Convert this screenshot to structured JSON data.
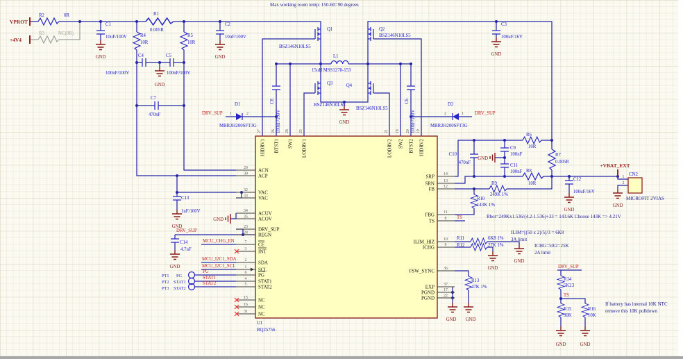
{
  "title_note": "Max working room temp: 150-60=90 degrees",
  "ports": {
    "vprot": "VPROT",
    "p4v4": "+4V4",
    "vbat_ext": "+VBAT_EXT"
  },
  "nets": {
    "gnd": "GND",
    "drv_sup": "DRV_SUP",
    "ts": "TS",
    "mcu_chg_en": "MCU_CHG_EN",
    "mcu_sda": "MCU_I2C1_SDA",
    "mcu_scl": "MCU_I2C1_SCL",
    "pg": "PG",
    "stat1": "STAT1",
    "stat2": "STAT2"
  },
  "components": {
    "R1": {
      "ref": "R1",
      "val": "0.005R"
    },
    "R2": {
      "ref": "R2",
      "val": "0R"
    },
    "R3": {
      "ref": "R3",
      "val": "NC(0R)"
    },
    "R4": {
      "ref": "R4",
      "val": "10R"
    },
    "R5": {
      "ref": "R5",
      "val": "10R"
    },
    "R6": {
      "ref": "R6",
      "val": "10R"
    },
    "R7": {
      "ref": "R7",
      "val": "0.005R"
    },
    "R8": {
      "ref": "R8",
      "val": "10R"
    },
    "R9": {
      "ref": "R9",
      "val": "249K 1%"
    },
    "R10": {
      "ref": "R10",
      "val": "143K 1%"
    },
    "R11": {
      "ref": "R11",
      "val": "6K8 1%"
    },
    "R12": {
      "ref": "R12",
      "val": "27K 1%"
    },
    "R13": {
      "ref": "R13",
      "val": "47K 1%"
    },
    "R14": {
      "ref": "R14",
      "val": "5K23"
    },
    "R15": {
      "ref": "R15",
      "val": "30K"
    },
    "R16": {
      "ref": "R16",
      "val": "10K"
    },
    "C1": {
      "ref": "C1",
      "val": "10uF/100V"
    },
    "C2": {
      "ref": "C2",
      "val": "10uF/100V"
    },
    "C3": {
      "ref": "C3",
      "val": "100uF/16V"
    },
    "C4": {
      "ref": "C4",
      "val": "100nF/100V"
    },
    "C5": {
      "ref": "C5",
      "val": "100nF/100V"
    },
    "C6": {
      "ref": "C6",
      "val": "100nF/100V"
    },
    "C7": {
      "ref": "C7",
      "val": "470nF"
    },
    "C8": {
      "ref": "C8",
      "val": "100nF/100V"
    },
    "C9": {
      "ref": "C9",
      "val": "100nF"
    },
    "C10": {
      "ref": "C10",
      "val": "470nF"
    },
    "C11": {
      "ref": "C11",
      "val": "100nF"
    },
    "C12": {
      "ref": "C12",
      "val": "100uF/16V"
    },
    "C13": {
      "ref": "C13",
      "val": "1uF/100V"
    },
    "C14": {
      "ref": "C14",
      "val": "4.7uF"
    },
    "L1": {
      "ref": "L1",
      "val": "15uH MSS1278-153"
    },
    "Q1": {
      "ref": "Q1",
      "val": "BSZ146N10LS5"
    },
    "Q2": {
      "ref": "Q2",
      "val": "BSZ146N10LS5"
    },
    "Q3": {
      "ref": "Q3",
      "val": "BSZ146N10LS5"
    },
    "Q4": {
      "ref": "Q4",
      "val": "BSZ146N10LS5"
    },
    "D1": {
      "ref": "D1",
      "val": "MBR2H200SFT3G",
      "p1": "1",
      "p2": "2"
    },
    "D2": {
      "ref": "D2",
      "val": "MBR2H200SFT3G",
      "p1": "2",
      "p2": "1"
    },
    "CN2": {
      "ref": "CN2",
      "val": "MICROFIT 2VIAS",
      "p1": "1",
      "p2": "2"
    }
  },
  "ic": {
    "ref": "U1",
    "part": "BQ25756",
    "left_pins": [
      {
        "num": "29",
        "name": "ACN"
      },
      {
        "num": "30",
        "name": "ACP"
      },
      {
        "num": "32",
        "name": "VAC"
      },
      {
        "num": "33",
        "name": "VAC"
      },
      {
        "num": "34",
        "name": "ACUV"
      },
      {
        "num": "35",
        "name": "ACOV"
      },
      {
        "num": "23",
        "name": "DRV_SUP"
      },
      {
        "num": "24",
        "name": "REGN"
      },
      {
        "num": "7",
        "name": "CE"
      },
      {
        "num": "3",
        "name": "INT"
      },
      {
        "num": "2",
        "name": "SDA"
      },
      {
        "num": "1",
        "name": "SCL"
      },
      {
        "num": "6",
        "name": "PG"
      },
      {
        "num": "4",
        "name": "STAT1"
      },
      {
        "num": "5",
        "name": "STAT2"
      },
      {
        "num": "15",
        "name": "NC"
      },
      {
        "num": "16",
        "name": "NC"
      },
      {
        "num": "31",
        "name": "NC"
      }
    ],
    "right_pins": [
      {
        "num": "14",
        "name": "SRP"
      },
      {
        "num": "13",
        "name": "SRN"
      },
      {
        "num": "12",
        "name": "FB"
      },
      {
        "num": "11",
        "name": "FBG"
      },
      {
        "num": "8",
        "name": "TS"
      },
      {
        "num": "10",
        "name": "ILIM_HIZ"
      },
      {
        "num": "9",
        "name": "ICHG"
      },
      {
        "num": "36",
        "name": "FSW_SYNC"
      },
      {
        "num": "37",
        "name": "EXP"
      },
      {
        "num": "17",
        "name": "PGND"
      },
      {
        "num": "22",
        "name": "PGND"
      }
    ],
    "top_pins": [
      {
        "num": "27",
        "name": "HIDRV1"
      },
      {
        "num": "26",
        "name": "BTST1"
      },
      {
        "num": "28",
        "name": "SW1"
      },
      {
        "num": "25",
        "name": "LODRV1"
      },
      {
        "num": "21",
        "name": "LODRV2"
      },
      {
        "num": "18",
        "name": "SW2"
      },
      {
        "num": "20",
        "name": "BTST2"
      },
      {
        "num": "19",
        "name": "HIDRV2"
      }
    ]
  },
  "testpoints": [
    {
      "ref": "PT1",
      "net": "PG"
    },
    {
      "ref": "PT2",
      "net": "STAT1"
    },
    {
      "ref": "PT3",
      "net": "STAT2"
    }
  ],
  "annotations": {
    "rbot": "Rbot=249Kx1.536/(4.2-1.536)+33 = 143.6K  Choose 143K => 4.21V",
    "ilim": "ILIM=[(50 x 2)/5]/3 = 6K8",
    "ilim2": "3A limit",
    "ichg": "ICHG=50/2=25K",
    "ichg2": "2A limit",
    "ntc1": "If battery has internal 10K NTC",
    "ntc2": "remove this 10K pulldown"
  },
  "colors": {
    "wire": "#2525A8",
    "symbol": "#2525C8",
    "net_label": "#C22020",
    "ground": "#8B1A1A",
    "ic_fill": "#FFFFC2",
    "ic_border": "#8B2525",
    "note": "#1a1a90",
    "sheet": "#FBFAF0"
  }
}
